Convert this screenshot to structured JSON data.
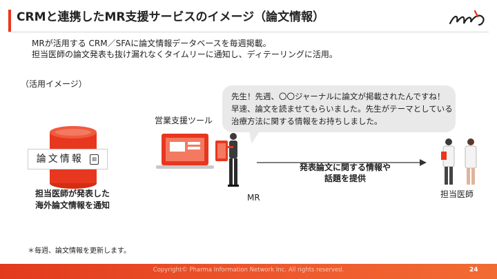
{
  "slide": {
    "title": "CRMと連携したMR支援サービスのイメージ（論文情報）",
    "description": [
      "MRが活用する CRM／SFAに論文情報データベースを毎週掲載。",
      "担当医師の論文発表も抜け漏れなくタイムリーに通知し、ディテーリングに活用。"
    ],
    "usage_label": "（活用イメージ）",
    "speech_bubble": [
      "先生！先週、〇〇ジャーナルに論文が掲載されたんですね！",
      "早速、論文を読ませてもらいました。先生がテーマとしている",
      "治療方法に関する情報をお持ちしました。"
    ],
    "database": {
      "label": "論文情報",
      "caption": [
        "担当医師が発表した",
        "海外論文情報を通知"
      ]
    },
    "sales_tool_label": "営業支援ツール",
    "mr_label": "MR",
    "arrow_text": [
      "発表論文に関する情報や",
      "話題を提供"
    ],
    "doctor_label": "担当医師",
    "footnote": "＊毎週、論文情報を更新します。",
    "footer": {
      "copyright": "Copyright© Pharma Information Network Inc. All rights reserved.",
      "page_number": "24"
    }
  },
  "colors": {
    "accent": "#e8371f",
    "bubble": "#e9e9e9",
    "footer": "#ec4f28"
  }
}
